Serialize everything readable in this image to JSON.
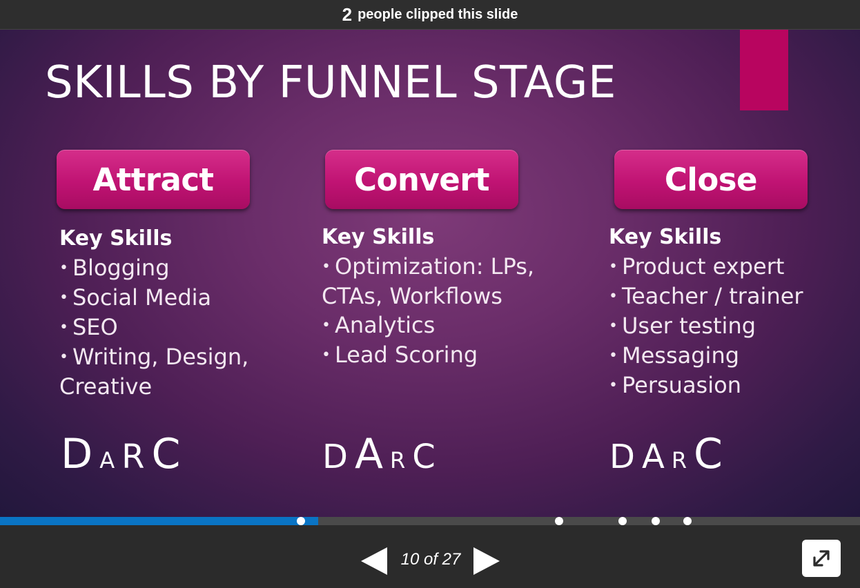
{
  "header": {
    "clip_count": "2",
    "clip_text": "people clipped this slide"
  },
  "slide": {
    "title": "SKILLS BY FUNNEL STAGE",
    "columns": [
      {
        "stage": "Attract",
        "heading": "Key Skills",
        "items": [
          "Blogging",
          "Social Media",
          "SEO",
          "Writing, Design,",
          "Creative"
        ],
        "darc": [
          "D",
          "A",
          "R",
          "C"
        ]
      },
      {
        "stage": "Convert",
        "heading": "Key Skills",
        "items": [
          "Optimization: LPs,",
          "CTAs, Workflows",
          "Analytics",
          "Lead Scoring"
        ],
        "darc": [
          "D",
          "A",
          "R",
          "C"
        ]
      },
      {
        "stage": "Close",
        "heading": "Key Skills",
        "items": [
          "Product expert",
          "Teacher / trainer",
          "User testing",
          "Messaging",
          "Persuasion"
        ],
        "darc": [
          "D",
          "A",
          "R",
          "C"
        ]
      }
    ]
  },
  "player": {
    "current_page": "10",
    "total_pages": "27",
    "page_indicator": "10 of 27",
    "progress_fraction": 0.37,
    "colors": {
      "progress": "#0a74c4",
      "slide_accent": "#b8055f",
      "stage_button": "#c01373"
    },
    "icons": {
      "prev": "prev-arrow-icon",
      "next": "next-arrow-icon",
      "fullscreen": "expand-icon"
    }
  }
}
